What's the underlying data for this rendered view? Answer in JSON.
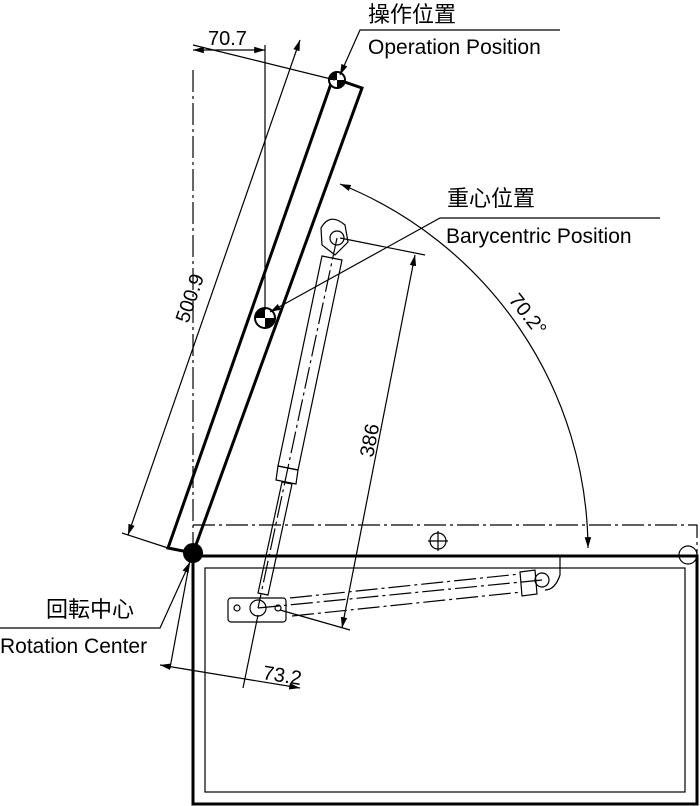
{
  "labels": {
    "operation_position_jp": "操作位置",
    "operation_position_en": "Operation Position",
    "barycentric_position_jp": "重心位置",
    "barycentric_position_en": "Barycentric Position",
    "rotation_center_jp": "回転中心",
    "rotation_center_en": "Rotation Center"
  },
  "dimensions": {
    "horizontal_offset": "70.7",
    "lid_length": "500.9",
    "spring_length": "386",
    "opening_angle": "70.2°",
    "pivot_offset": "73.2"
  }
}
